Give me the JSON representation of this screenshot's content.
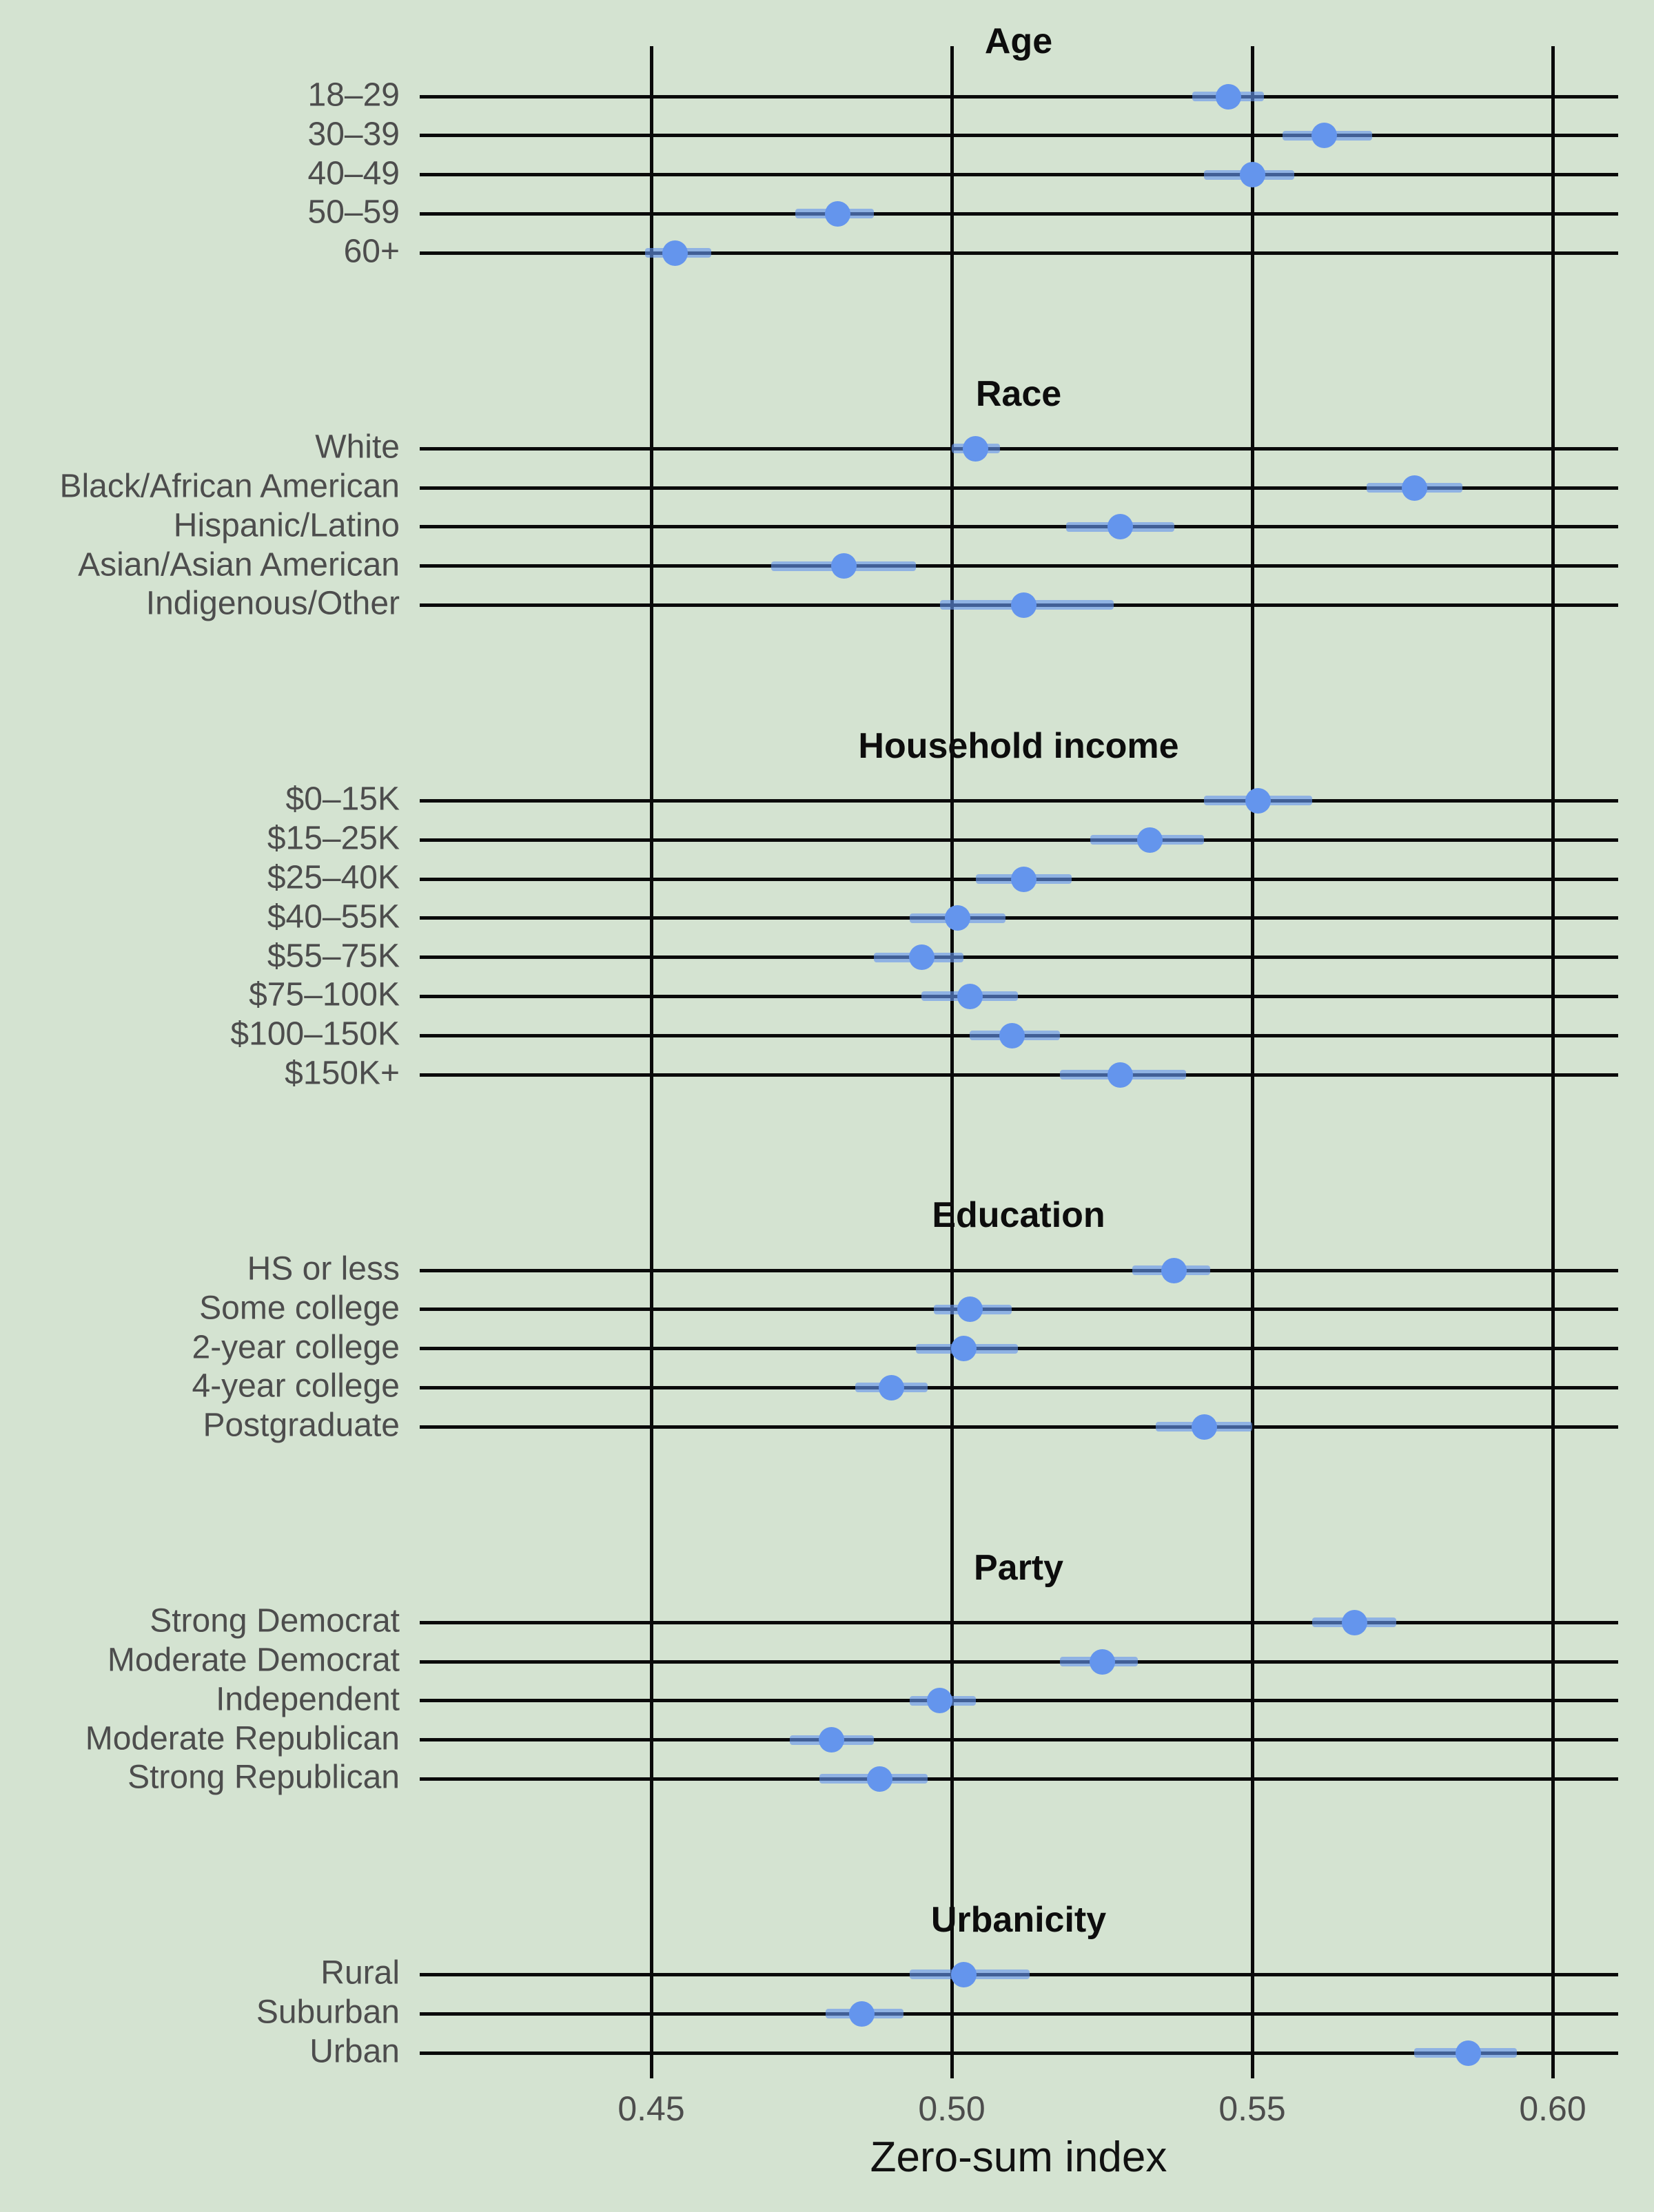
{
  "chart_data": {
    "type": "scatter",
    "variant": "forest-dot-whisker",
    "xlabel": "Zero-sum index",
    "x_ticks": [
      0.45,
      0.5,
      0.55,
      0.6
    ],
    "x_tick_labels": [
      "0.45",
      "0.50",
      "0.55",
      "0.60"
    ],
    "xlim": [
      0.411,
      0.611
    ],
    "grid": "vertical-gridlines-only",
    "legend": "none",
    "colors": {
      "background": "#d4e3d1",
      "line": "#0a0a0a",
      "marker": "#6495ED",
      "ci_bar": "rgba(100,149,237,0.62)",
      "category_text": "#4d4d4d",
      "title_text": "#0d0d0d"
    },
    "groups": [
      {
        "title": "Age",
        "items": [
          {
            "label": "18–29",
            "value": 0.546,
            "ci": [
              0.54,
              0.552
            ]
          },
          {
            "label": "30–39",
            "value": 0.562,
            "ci": [
              0.555,
              0.57
            ]
          },
          {
            "label": "40–49",
            "value": 0.55,
            "ci": [
              0.542,
              0.557
            ]
          },
          {
            "label": "50–59",
            "value": 0.481,
            "ci": [
              0.474,
              0.487
            ]
          },
          {
            "label": "60+",
            "value": 0.454,
            "ci": [
              0.449,
              0.46
            ]
          }
        ]
      },
      {
        "title": "Race",
        "items": [
          {
            "label": "White",
            "value": 0.504,
            "ci": [
              0.5,
              0.508
            ]
          },
          {
            "label": "Black/African American",
            "value": 0.577,
            "ci": [
              0.569,
              0.585
            ]
          },
          {
            "label": "Hispanic/Latino",
            "value": 0.528,
            "ci": [
              0.519,
              0.537
            ]
          },
          {
            "label": "Asian/Asian American",
            "value": 0.482,
            "ci": [
              0.47,
              0.494
            ]
          },
          {
            "label": "Indigenous/Other",
            "value": 0.512,
            "ci": [
              0.498,
              0.527
            ]
          }
        ]
      },
      {
        "title": "Household income",
        "items": [
          {
            "label": "$0–15K",
            "value": 0.551,
            "ci": [
              0.542,
              0.56
            ]
          },
          {
            "label": "$15–25K",
            "value": 0.533,
            "ci": [
              0.523,
              0.542
            ]
          },
          {
            "label": "$25–40K",
            "value": 0.512,
            "ci": [
              0.504,
              0.52
            ]
          },
          {
            "label": "$40–55K",
            "value": 0.501,
            "ci": [
              0.493,
              0.509
            ]
          },
          {
            "label": "$55–75K",
            "value": 0.495,
            "ci": [
              0.487,
              0.502
            ]
          },
          {
            "label": "$75–100K",
            "value": 0.503,
            "ci": [
              0.495,
              0.511
            ]
          },
          {
            "label": "$100–150K",
            "value": 0.51,
            "ci": [
              0.503,
              0.518
            ]
          },
          {
            "label": "$150K+",
            "value": 0.528,
            "ci": [
              0.518,
              0.539
            ]
          }
        ]
      },
      {
        "title": "Education",
        "items": [
          {
            "label": "HS or less",
            "value": 0.537,
            "ci": [
              0.53,
              0.543
            ]
          },
          {
            "label": "Some college",
            "value": 0.503,
            "ci": [
              0.497,
              0.51
            ]
          },
          {
            "label": "2-year college",
            "value": 0.502,
            "ci": [
              0.494,
              0.511
            ]
          },
          {
            "label": "4-year college",
            "value": 0.49,
            "ci": [
              0.484,
              0.496
            ]
          },
          {
            "label": "Postgraduate",
            "value": 0.542,
            "ci": [
              0.534,
              0.55
            ]
          }
        ]
      },
      {
        "title": "Party",
        "items": [
          {
            "label": "Strong Democrat",
            "value": 0.567,
            "ci": [
              0.56,
              0.574
            ]
          },
          {
            "label": "Moderate Democrat",
            "value": 0.525,
            "ci": [
              0.518,
              0.531
            ]
          },
          {
            "label": "Independent",
            "value": 0.498,
            "ci": [
              0.493,
              0.504
            ]
          },
          {
            "label": "Moderate Republican",
            "value": 0.48,
            "ci": [
              0.473,
              0.487
            ]
          },
          {
            "label": "Strong Republican",
            "value": 0.488,
            "ci": [
              0.478,
              0.496
            ]
          }
        ]
      },
      {
        "title": "Urbanicity",
        "items": [
          {
            "label": "Rural",
            "value": 0.502,
            "ci": [
              0.493,
              0.513
            ]
          },
          {
            "label": "Suburban",
            "value": 0.485,
            "ci": [
              0.479,
              0.492
            ]
          },
          {
            "label": "Urban",
            "value": 0.586,
            "ci": [
              0.577,
              0.594
            ]
          }
        ]
      }
    ]
  }
}
